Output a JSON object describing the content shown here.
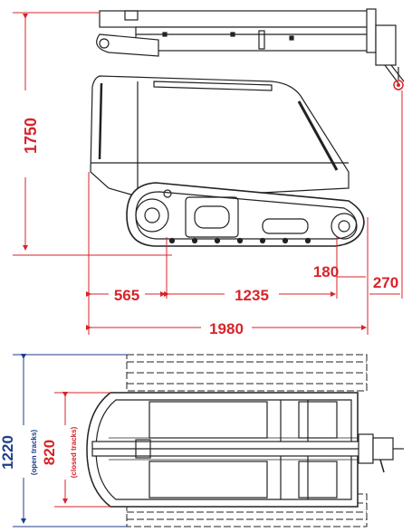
{
  "colors": {
    "dimension_red": "#d8232a",
    "dimension_blue": "#1f3d8a",
    "line": "#222222"
  },
  "side_view": {
    "height_label": "1750",
    "front_overhang_label": "565",
    "wheelbase_label": "1235",
    "rear_offset_label": "180",
    "rear_overhang_label": "270",
    "total_length_label": "1980"
  },
  "top_view": {
    "open_width_label": "1220",
    "open_width_note": "(open tracks)",
    "closed_width_label": "820",
    "closed_width_note": "(closed tracks)"
  }
}
